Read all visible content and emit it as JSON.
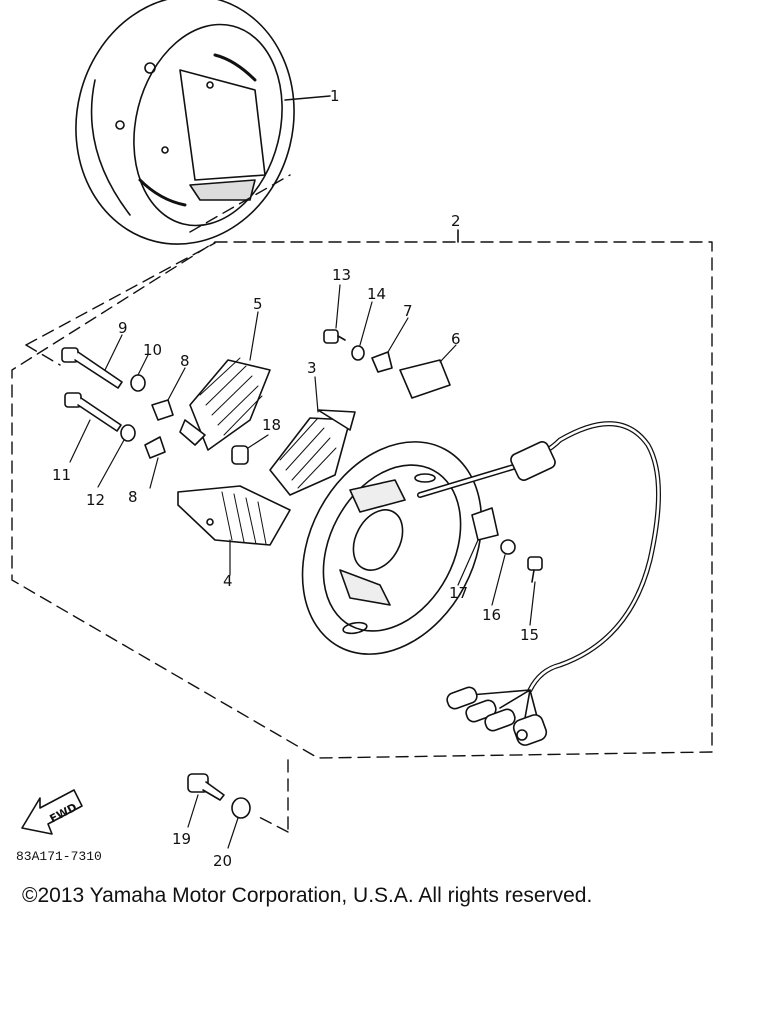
{
  "diagram": {
    "part_labels": {
      "p1": "1",
      "p2": "2",
      "p3": "3",
      "p4": "4",
      "p5": "5",
      "p6": "6",
      "p7": "7",
      "p8a": "8",
      "p8b": "8",
      "p9": "9",
      "p10": "10",
      "p11": "11",
      "p12": "12",
      "p13": "13",
      "p14": "14",
      "p15": "15",
      "p16": "16",
      "p17": "17",
      "p18": "18",
      "p19": "19",
      "p20": "20"
    },
    "diagram_code": "83A171-7310",
    "fwd_label": "FWD",
    "icons": [
      "flywheel-rotor-icon",
      "stator-base-icon",
      "coil-icon",
      "bolt-icon",
      "washer-icon",
      "wire-harness-icon",
      "connector-icon",
      "fwd-arrow-icon"
    ]
  },
  "footer": {
    "copyright": "©2013 Yamaha Motor Corporation, U.S.A. All rights reserved."
  }
}
